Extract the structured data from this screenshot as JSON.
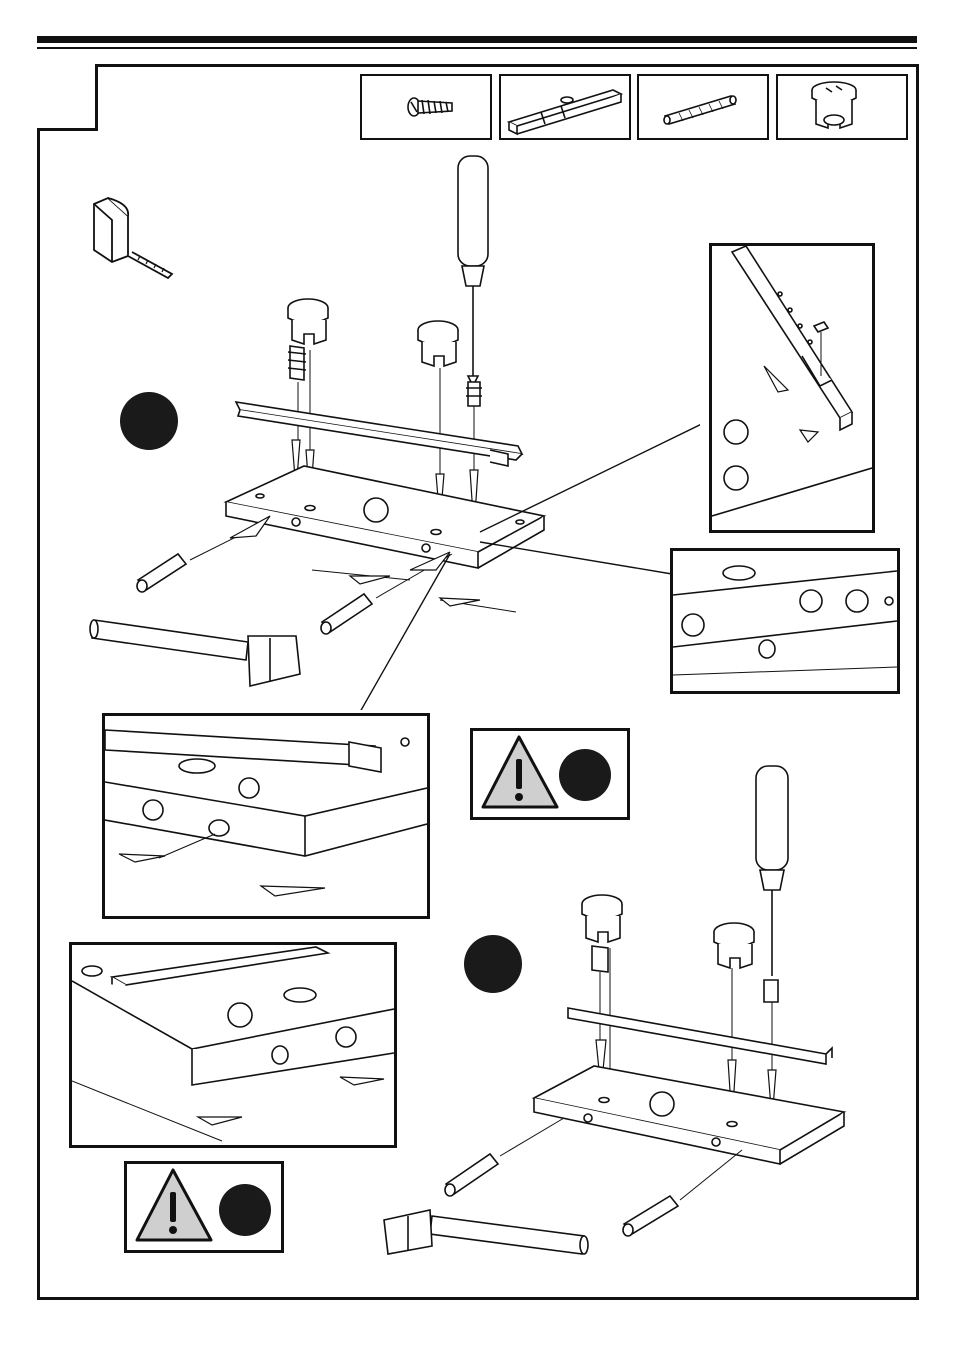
{
  "page": {
    "step_number": "",
    "accent_color": "#111111",
    "fill_color": "#ffffff",
    "marker_color": "#1a1a1a",
    "warning_fill": "#cfcfcf"
  },
  "parts": [
    {
      "id": "screw",
      "icon": "screw-icon"
    },
    {
      "id": "drawer-rail",
      "icon": "drawer-rail-icon"
    },
    {
      "id": "wooden-dowel",
      "icon": "wooden-dowel-icon"
    },
    {
      "id": "cam-lock",
      "icon": "cam-lock-icon"
    }
  ],
  "tools": [
    "tape-measure-icon",
    "screwdriver-icon",
    "hammer-icon"
  ],
  "markers": [
    "step-marker-upper",
    "step-marker-lower"
  ],
  "warnings": [
    {
      "icon": "warning-triangle-icon",
      "symbol": "!"
    },
    {
      "icon": "warning-triangle-icon",
      "symbol": "!"
    }
  ]
}
